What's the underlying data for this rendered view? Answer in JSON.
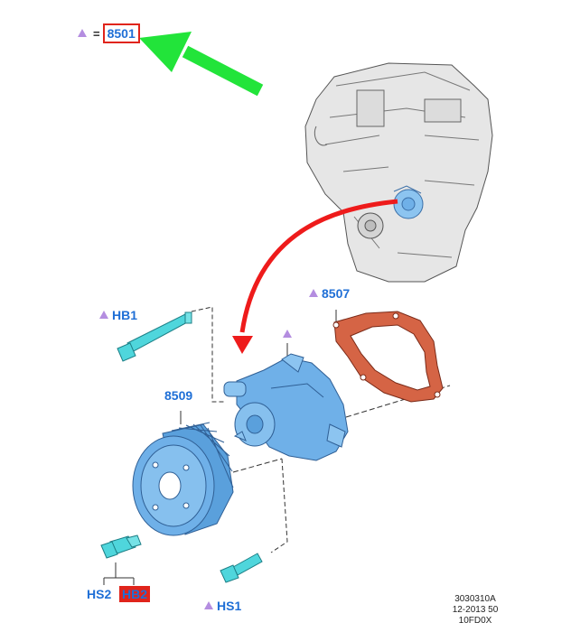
{
  "legend": {
    "symbol": "triangle-marker-icon",
    "equals": "=",
    "part": "8501"
  },
  "labels": {
    "pump_marker": "",
    "gasket": "8507",
    "bolt_upper": "HB1",
    "pulley": "8509",
    "hs2": "HS2",
    "hb2": "HB2",
    "hs1": "HS1"
  },
  "footer": {
    "line1": "3030310A",
    "line2": "12-2013 50",
    "line3": "10FD0X"
  },
  "colors": {
    "part_blue": "#6fb0e8",
    "bolt_cyan": "#4fd6dc",
    "gasket": "#d56445",
    "label_blue": "#1f6fd6",
    "marker_purple": "#b48de0",
    "arrow_green": "#22e43a",
    "arrow_red": "#ee1b1b"
  }
}
